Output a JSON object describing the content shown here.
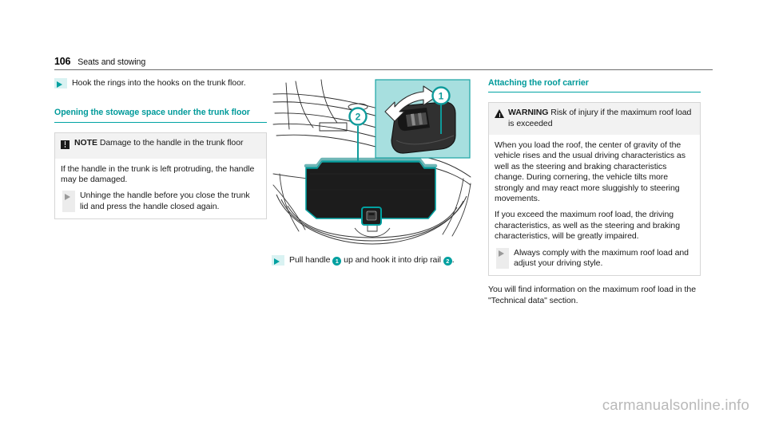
{
  "header": {
    "page_number": "106",
    "chapter": "Seats and stowing"
  },
  "left_column": {
    "action_hook": "Hook the rings into the hooks on the trunk floor.",
    "section_heading": "Opening the stowage space under the trunk floor",
    "note": {
      "icon": "note-icon",
      "label": "NOTE",
      "title": "Damage to the handle in the trunk floor",
      "body": "If the handle in the trunk is left protruding, the handle may be damaged.",
      "action": "Unhinge the handle before you close the trunk lid and press the handle closed again."
    }
  },
  "figure": {
    "name": "trunk-floor-handle-illustration",
    "callouts": [
      {
        "id": "1",
        "label": "1"
      },
      {
        "id": "2",
        "label": "2"
      }
    ],
    "caption_pre": "Pull handle",
    "caption_mid": "up and hook it into drip rail",
    "caption_post": "."
  },
  "right_column": {
    "section_heading": "Attaching the roof carrier",
    "warning": {
      "icon": "warning-triangle-icon",
      "label": "WARNING",
      "title": "Risk of injury if the maximum roof load is exceeded",
      "paragraph_1": "When you load the roof, the center of gravity of the vehicle rises and the usual driving characteristics as well as the steering and braking characteristics change. During cornering, the vehicle tilts more strongly and may react more sluggishly to steering movements.",
      "paragraph_2": "If you exceed the maximum roof load, the driving characteristics, as well as the steering and braking characteristics, will be greatly impaired.",
      "action": "Always comply with the maximum roof load and adjust your driving style."
    },
    "tail_text": "You will find information on the maximum roof load in the \"Technical data\" section."
  },
  "watermark": "carmanualsonline.info",
  "colors": {
    "teal": "#00a0a0",
    "teal_heading": "#009a9a",
    "teal_tint": "#d9f2f2",
    "inset_panel": "#a7dfdf",
    "box_header_grey": "#f2f2f2",
    "watermark_grey": "#b9b9b9"
  }
}
